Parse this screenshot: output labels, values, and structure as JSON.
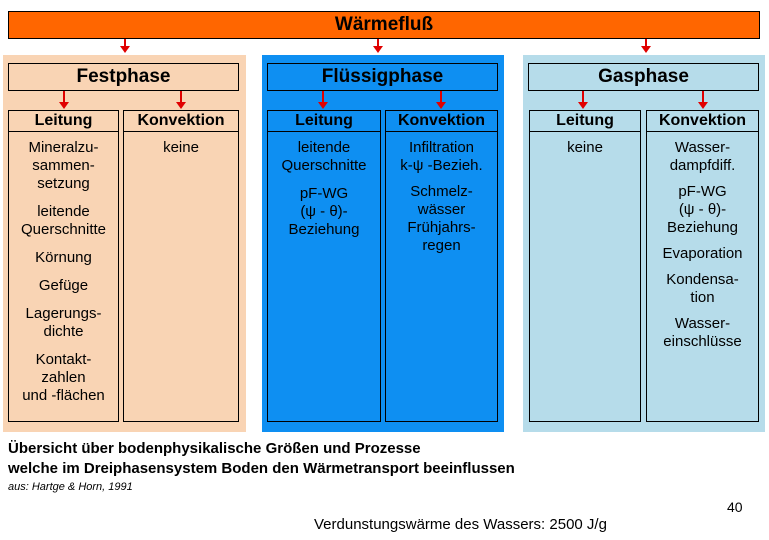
{
  "title": "Wärmefluß",
  "phases": [
    {
      "name": "Festphase",
      "color": "#f9d4b4",
      "leitung": {
        "header": "Leitung",
        "items": [
          "Mineralzu-\nsammen-\nsetzung",
          "leitende\nQuerschnitte",
          "Körnung",
          "Gefüge",
          "Lagerungs-\ndichte",
          "Kontakt-\nzahlen\nund -flächen"
        ]
      },
      "konvektion": {
        "header": "Konvektion",
        "items": [
          "keine"
        ]
      }
    },
    {
      "name": "Flüssigphase",
      "color": "#0e8ff2",
      "leitung": {
        "header": "Leitung",
        "items": [
          "leitende\nQuerschnitte",
          "pF-WG\n(ψ - θ)-\nBeziehung"
        ]
      },
      "konvektion": {
        "header": "Konvektion",
        "items": [
          "Infiltration\nk-ψ -Bezieh.",
          "Schmelz-\nwässer\nFrühjahrs-\nregen"
        ]
      }
    },
    {
      "name": "Gasphase",
      "color": "#b6dcea",
      "leitung": {
        "header": "Leitung",
        "items": [
          "keine"
        ]
      },
      "konvektion": {
        "header": "Konvektion",
        "items": [
          "Wasser-\ndampfdiff.",
          "pF-WG\n(ψ - θ)-\nBeziehung",
          "Evaporation",
          "Kondensa-\ntion",
          "Wasser-\neinschlüsse"
        ]
      }
    }
  ],
  "caption_line1": "Übersicht über bodenphysikalische Größen und Prozesse",
  "caption_line2": "welche im Dreiphasensystem Boden den Wärmetransport beeinflussen",
  "source": "aus: Hartge & Horn, 1991",
  "page_number": "40",
  "footer_note": "Verdunstungswärme des Wassers: 2500 J/g",
  "colors": {
    "title_bar": "#ff6600",
    "arrow": "#e00000"
  }
}
